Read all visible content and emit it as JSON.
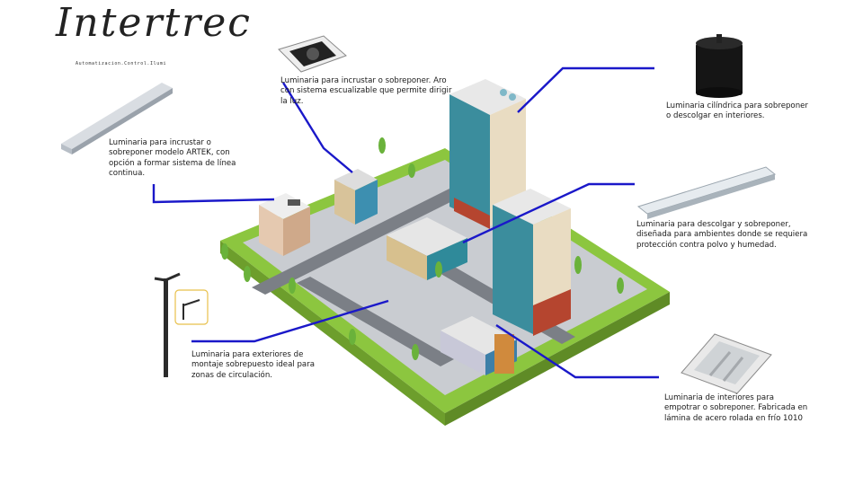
{
  "logo": {
    "name": "Intertrec",
    "tagline": "Automatizacion.Control.Ilumi"
  },
  "callouts": [
    {
      "id": "artek",
      "text": "Luminaria para incrustar o sobreponer modelo ARTEK, con opción a formar sistema de línea continua."
    },
    {
      "id": "aro",
      "text": "Luminaria para incrustar o sobreponer. Aro con sistema escualizable que permite dirigir la luz."
    },
    {
      "id": "cilindrica",
      "text": "Luminaria cilíndrica para sobreponer o descolgar en interiores."
    },
    {
      "id": "hermetica",
      "text": "Luminaria para descolgar y sobreponer, diseñada para ambientes donde se requiera protección contra polvo y humedad."
    },
    {
      "id": "exteriores",
      "text": "Luminaria para exteriores de montaje sobrepuesto ideal para zonas de circulación."
    },
    {
      "id": "empotrar",
      "text": "Luminaria de interiores para empotrar o sobreponer. Fabricada en lámina de acero rolada en frío 1010"
    }
  ],
  "colors": {
    "leader_line": "#1a18c9",
    "grass": "#8cc63f",
    "road": "#7b7f86",
    "building_glass": "#2f8a9a"
  }
}
